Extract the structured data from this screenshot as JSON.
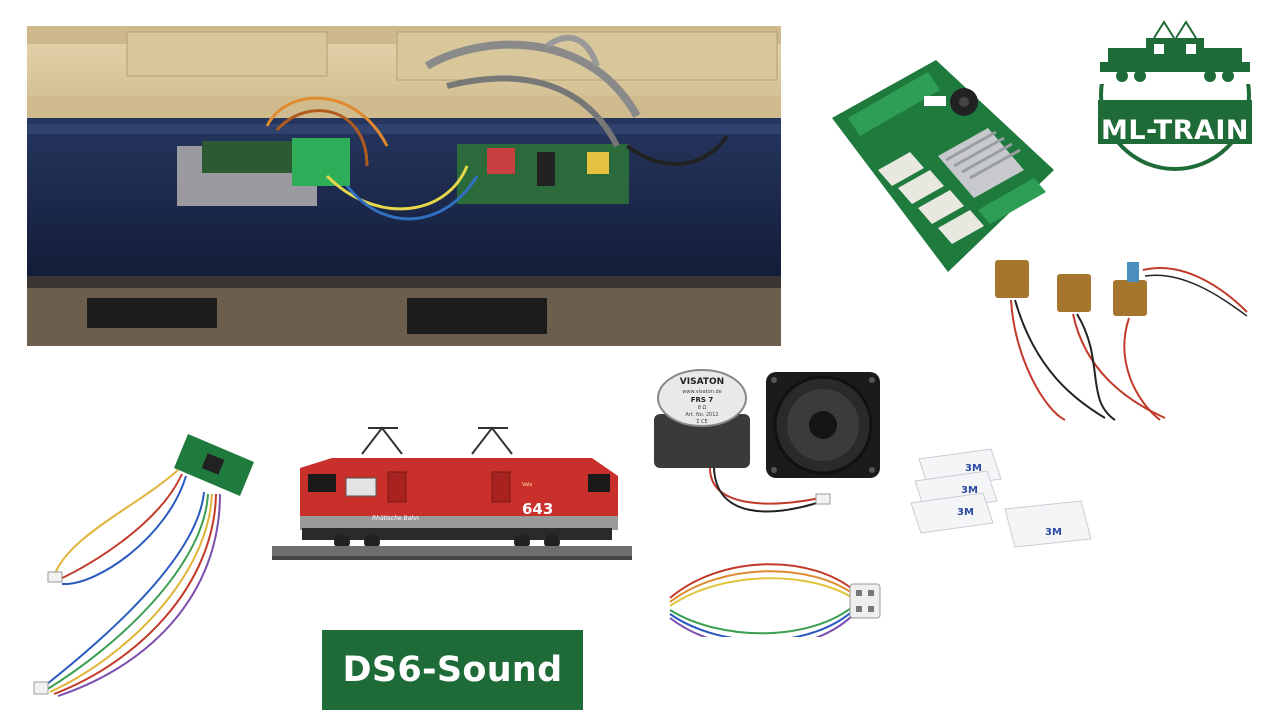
{
  "logo": {
    "text": "ML-TRAIN",
    "color": "#1e6b38"
  },
  "banner": {
    "text": "DS6-Sound",
    "background": "#1e6b38"
  },
  "speaker": {
    "brand": "VISATON",
    "url": "www.visaton.de",
    "model": "FRS 7",
    "spec": "8 Ω",
    "article": "Art. No. 2012",
    "marks": "Σ CE"
  },
  "locomotive": {
    "number": "643",
    "railway": "Rhätische Bahn",
    "name": "Vals"
  },
  "adhesive": {
    "brand": "3M"
  },
  "colors": {
    "board_green": "#1f7a3e",
    "terminal_green": "#2e9e55",
    "loco_red": "#c9302c",
    "shell_tan": "#d8c49a",
    "chassis_blue": "#1c2a52"
  }
}
